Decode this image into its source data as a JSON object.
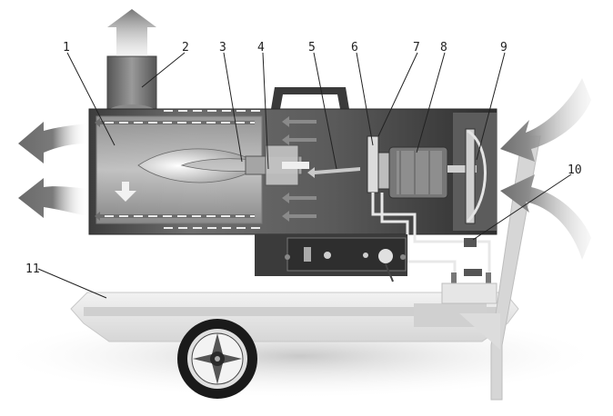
{
  "diagram": {
    "callouts": [
      {
        "id": "1",
        "label": "1"
      },
      {
        "id": "2",
        "label": "2"
      },
      {
        "id": "3",
        "label": "3"
      },
      {
        "id": "4",
        "label": "4"
      },
      {
        "id": "5",
        "label": "5"
      },
      {
        "id": "6",
        "label": "6"
      },
      {
        "id": "7",
        "label": "7"
      },
      {
        "id": "8",
        "label": "8"
      },
      {
        "id": "9",
        "label": "9"
      },
      {
        "id": "10",
        "label": "10"
      },
      {
        "id": "11",
        "label": "11"
      }
    ]
  },
  "colors": {
    "housing_dark": "#4a4a4a",
    "housing_light": "#e8e8e8",
    "chamber": "#bdbdbd",
    "flow_arrow": "#8c8c8c",
    "tank": "#e2e2e2",
    "wheel_dark": "#1a1a1a",
    "leader_line": "#222222"
  },
  "icons": [
    "hot-air-outlet-arrow",
    "exhaust-arrow",
    "intake-air-arrow",
    "flame-icon",
    "fan-icon",
    "wheel-icon",
    "handle-icon"
  ]
}
